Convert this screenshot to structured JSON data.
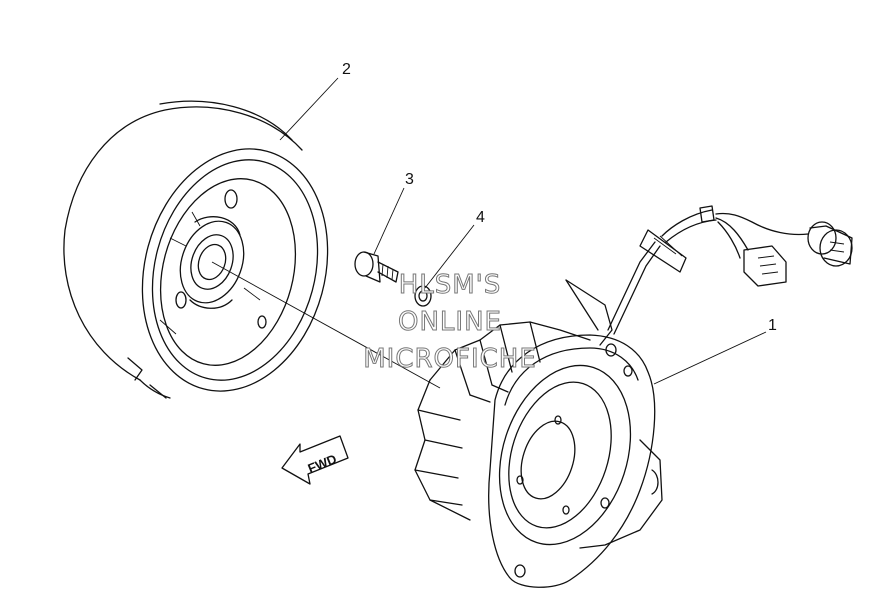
{
  "callouts": {
    "part1": "1",
    "part2": "2",
    "part3": "3",
    "part4": "4"
  },
  "direction_label": "FWD",
  "watermark": {
    "line1": "HLSM'S",
    "line2": "ONLINE",
    "line3": "MICROFICHE"
  },
  "colors": {
    "ink": "#111111",
    "background": "#ffffff",
    "watermark_outline": "#777777"
  }
}
